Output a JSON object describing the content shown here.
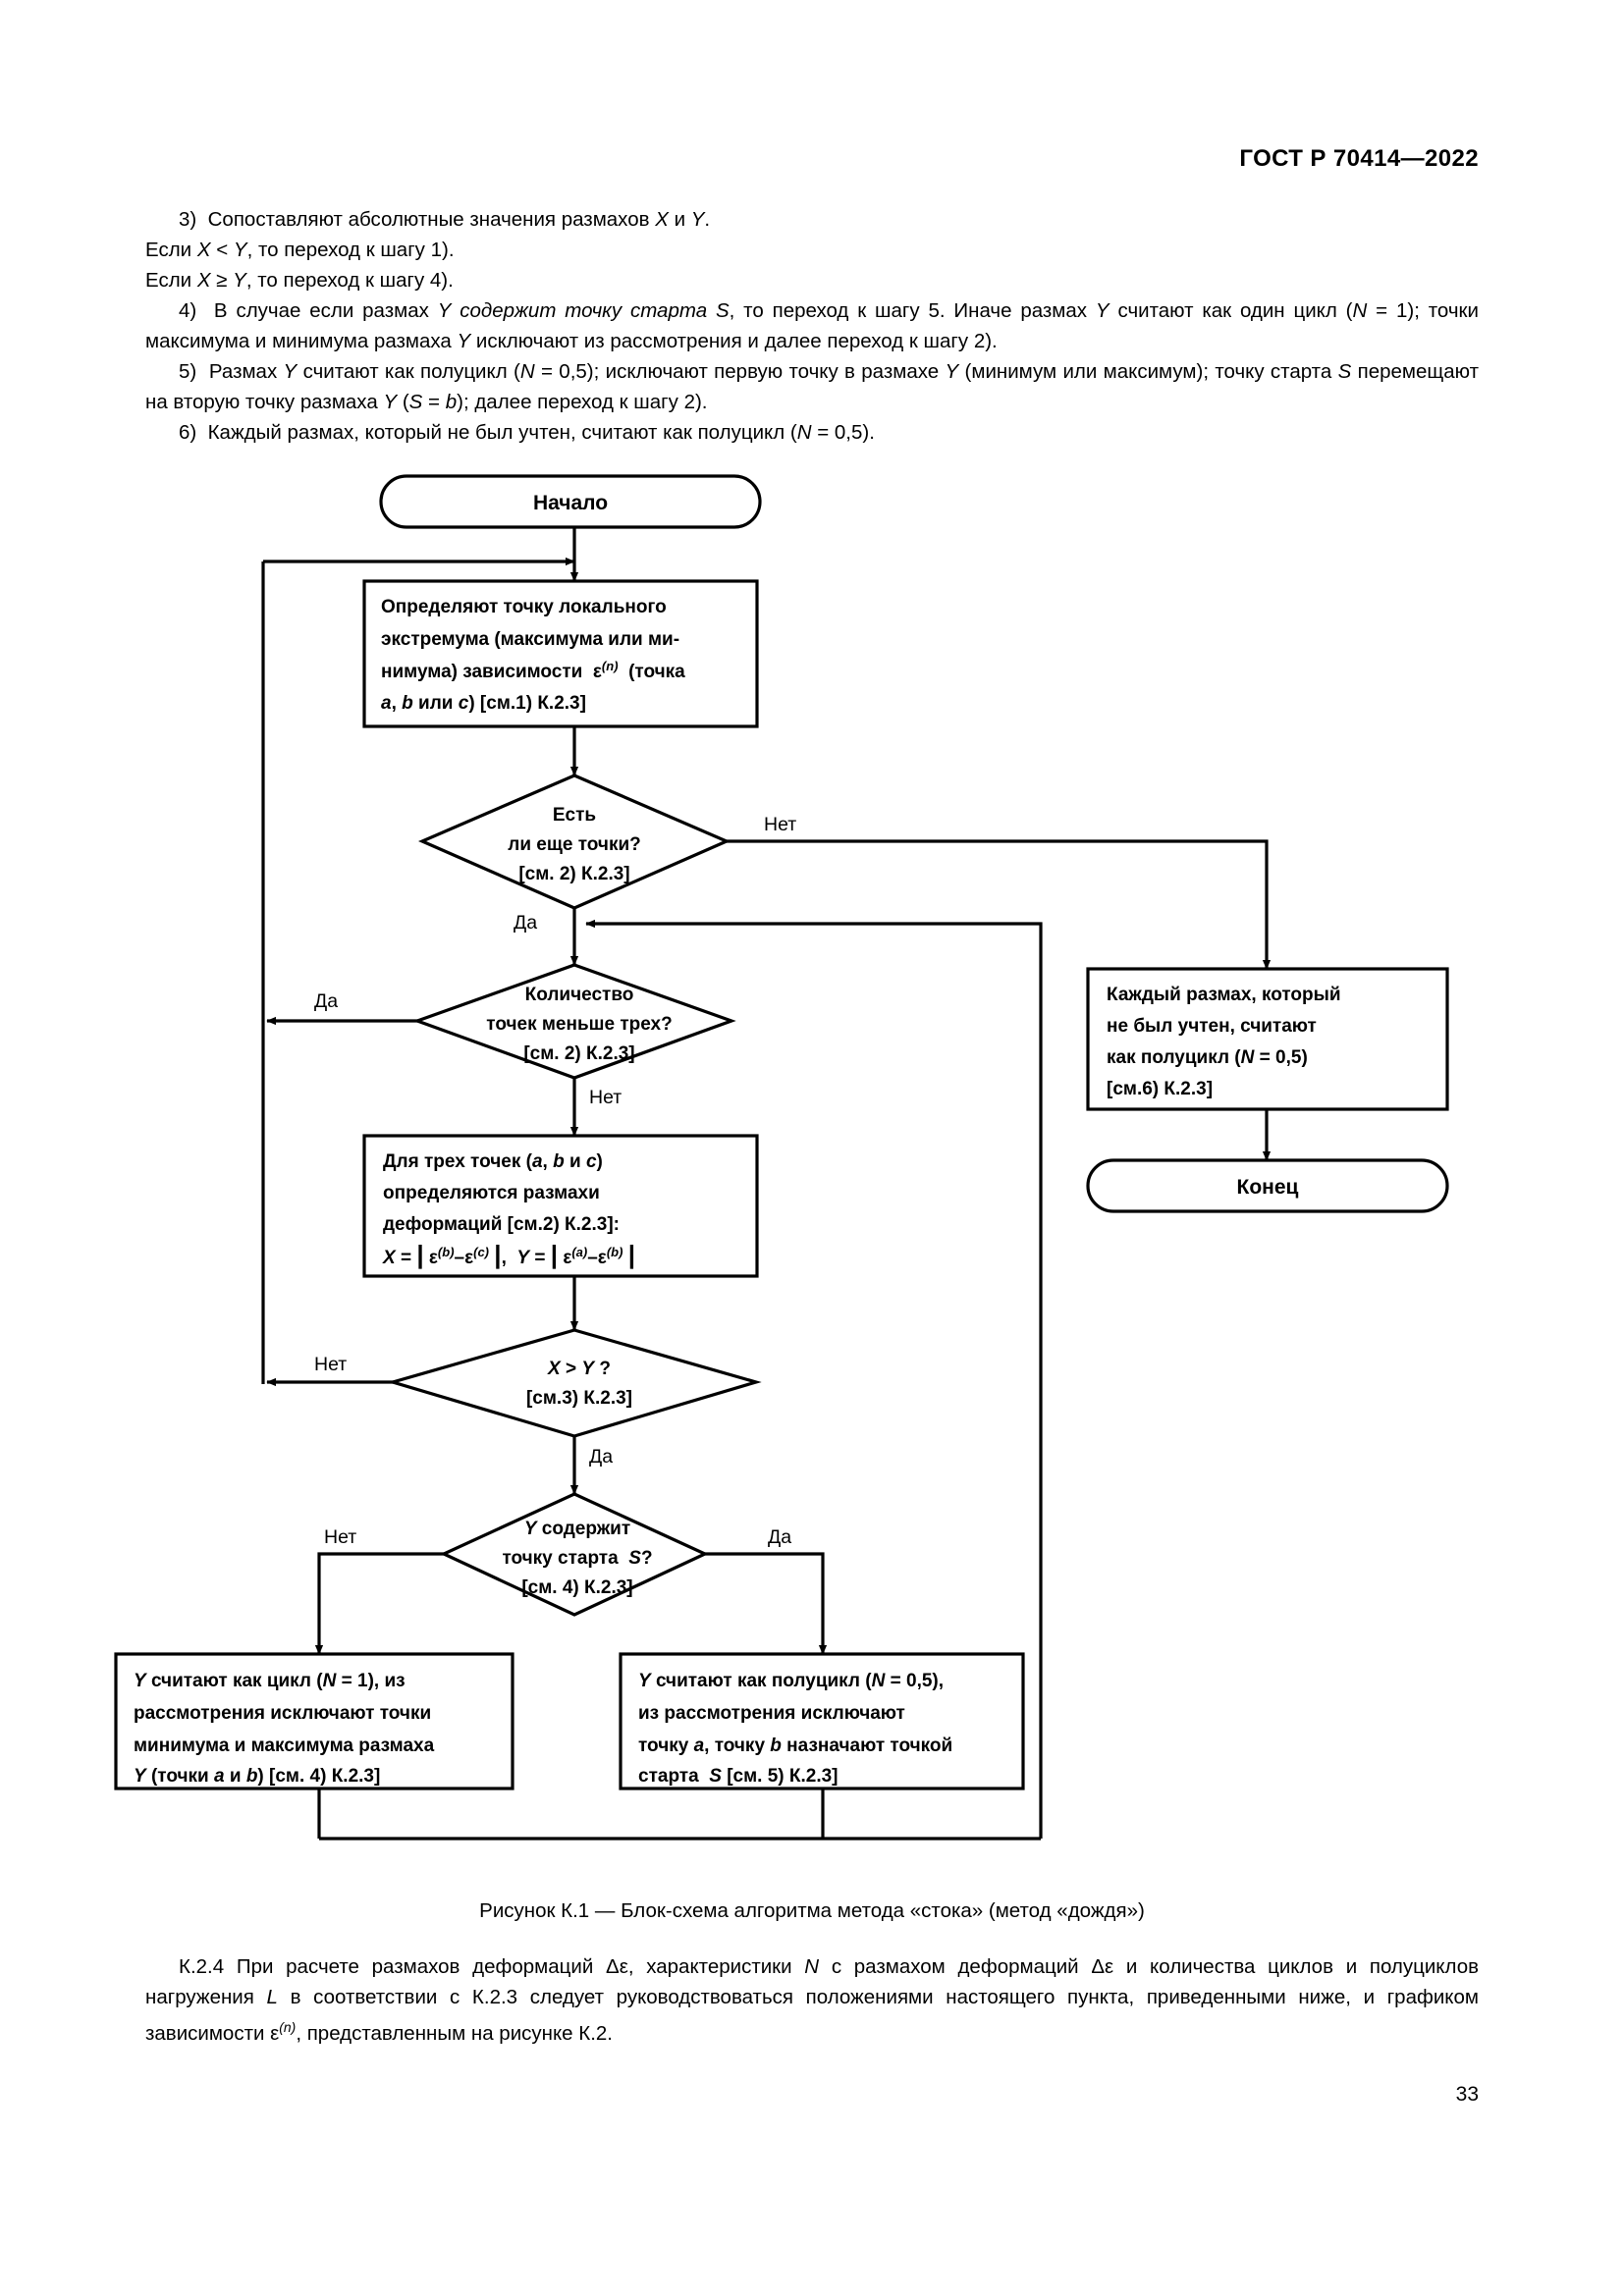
{
  "header": {
    "standard": "ГОСТ Р 70414—2022"
  },
  "page_number": "33",
  "body": {
    "p3_line1": "3) Сопоставляют абсолютные значения размахов X и Y.",
    "p3_line2": "Если X < Y, то переход к шагу 1).",
    "p3_line3": "Если X ≥ Y, то переход к шагу 4).",
    "p4": "4) В случае если размах Y содержит точку старта S, то переход к шагу 5. Иначе размах Y считают как один цикл (N = 1); точки максимума и минимума размаха Y исключают из рассмотрения и далее переход к шагу 2).",
    "p5": "5) Размах Y считают как полуцикл (N = 0,5); исключают первую точку в размахе Y (минимум или максимум); точку старта S перемещают на вторую точку размаха Y (S = b); далее переход к шагу 2).",
    "p6": "6) Каждый размах, который не был учтен, считают как полуцикл (N = 0,5)."
  },
  "figure": {
    "caption": "Рисунок К.1 — Блок-схема алгоритма метода «стока» (метод «дождя»)",
    "nodes": {
      "start": "Начало",
      "end": "Конец",
      "process_extremum": [
        "Определяют точку локального",
        "экстремума (максимума или ми-",
        "нимума) зависимости ε(n) (точка",
        "a, b или c) [см.1) К.2.3]"
      ],
      "decision_more_points": [
        "Есть",
        "ли еще точки?",
        "[см. 2) К.2.3]"
      ],
      "decision_less_three": [
        "Количество",
        "точек меньше трех?",
        "[см. 2) К.2.3]"
      ],
      "process_ranges": [
        "Для трех точек (a, b и c)",
        "определяются размахи",
        "деформаций [см.2) К.2.3]:",
        "X = | ε(b)–ε(c) | ,  Y = | ε(a)–ε(b) |"
      ],
      "decision_x_gt_y": [
        "X > Y ?",
        "[см.3) К.2.3]"
      ],
      "decision_contains_start": [
        "Y содержит",
        "точку старта S?",
        "[см. 4) К.2.3]"
      ],
      "process_full_cycle": [
        "Y считают как цикл (N = 1), из",
        "рассмотрения исключают точки",
        "минимума и максимума размаха",
        "Y (точки a и b) [см. 4) К.2.3]"
      ],
      "process_half_cycle": [
        "Y считают как полуцикл (N = 0,5),",
        "из рассмотрения исключают",
        "точку a, точку b назначают точкой",
        "старта S [см. 5) К.2.3]"
      ],
      "process_unaccounted": [
        "Каждый размах, который",
        "не был учтен, считают",
        "как полуцикл (N = 0,5)",
        "[см.6) К.2.3]"
      ]
    },
    "edge_labels": {
      "more_points_no": "Нет",
      "more_points_yes": "Да",
      "less_three_yes": "Да",
      "less_three_no": "Нет",
      "x_gt_y_no": "Нет",
      "x_gt_y_yes": "Да",
      "contains_start_no": "Нет",
      "contains_start_yes": "Да"
    }
  },
  "tail": {
    "p": "К.2.4 При расчете размахов деформаций Δε, характеристики N с размахом деформаций Δε и количества циклов и полуциклов нагружения L в соответствии с К.2.3 следует руководствоваться положениями настоящего пункта, приведенными ниже, и графиком зависимости ε(n), представленным на рисунке К.2."
  },
  "colors": {
    "ink": "#000000",
    "paper": "#ffffff"
  }
}
